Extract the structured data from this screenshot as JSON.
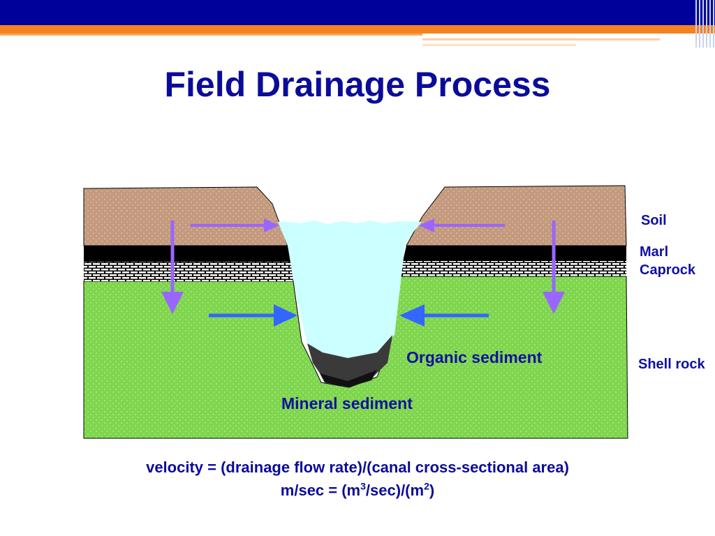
{
  "slide": {
    "title": "Field Drainage Process"
  },
  "layers": {
    "soil": "Soil",
    "marl": "Marl",
    "caprock": "Caprock",
    "shell_rock": "Shell rock"
  },
  "sediments": {
    "organic": "Organic sediment",
    "mineral": "Mineral sediment"
  },
  "formula": {
    "line1": "velocity = (drainage flow rate)/(canal cross-sectional area)",
    "line2_prefix": "m/sec = (m",
    "line2_sup1": "3",
    "line2_mid": "/sec)/(m",
    "line2_sup2": "2",
    "line2_suffix": ")"
  },
  "colors": {
    "header_blue": "#00009a",
    "header_orange": "#f58220",
    "title": "#0b0b9a",
    "soil": "#c49a7e",
    "shell_rock": "#7fd64e",
    "water": "#ccffff",
    "marl": "#000000",
    "organic_sediment": "#3a3a3a",
    "arrow_purple": "#9966ff",
    "arrow_blue": "#3366ff"
  }
}
